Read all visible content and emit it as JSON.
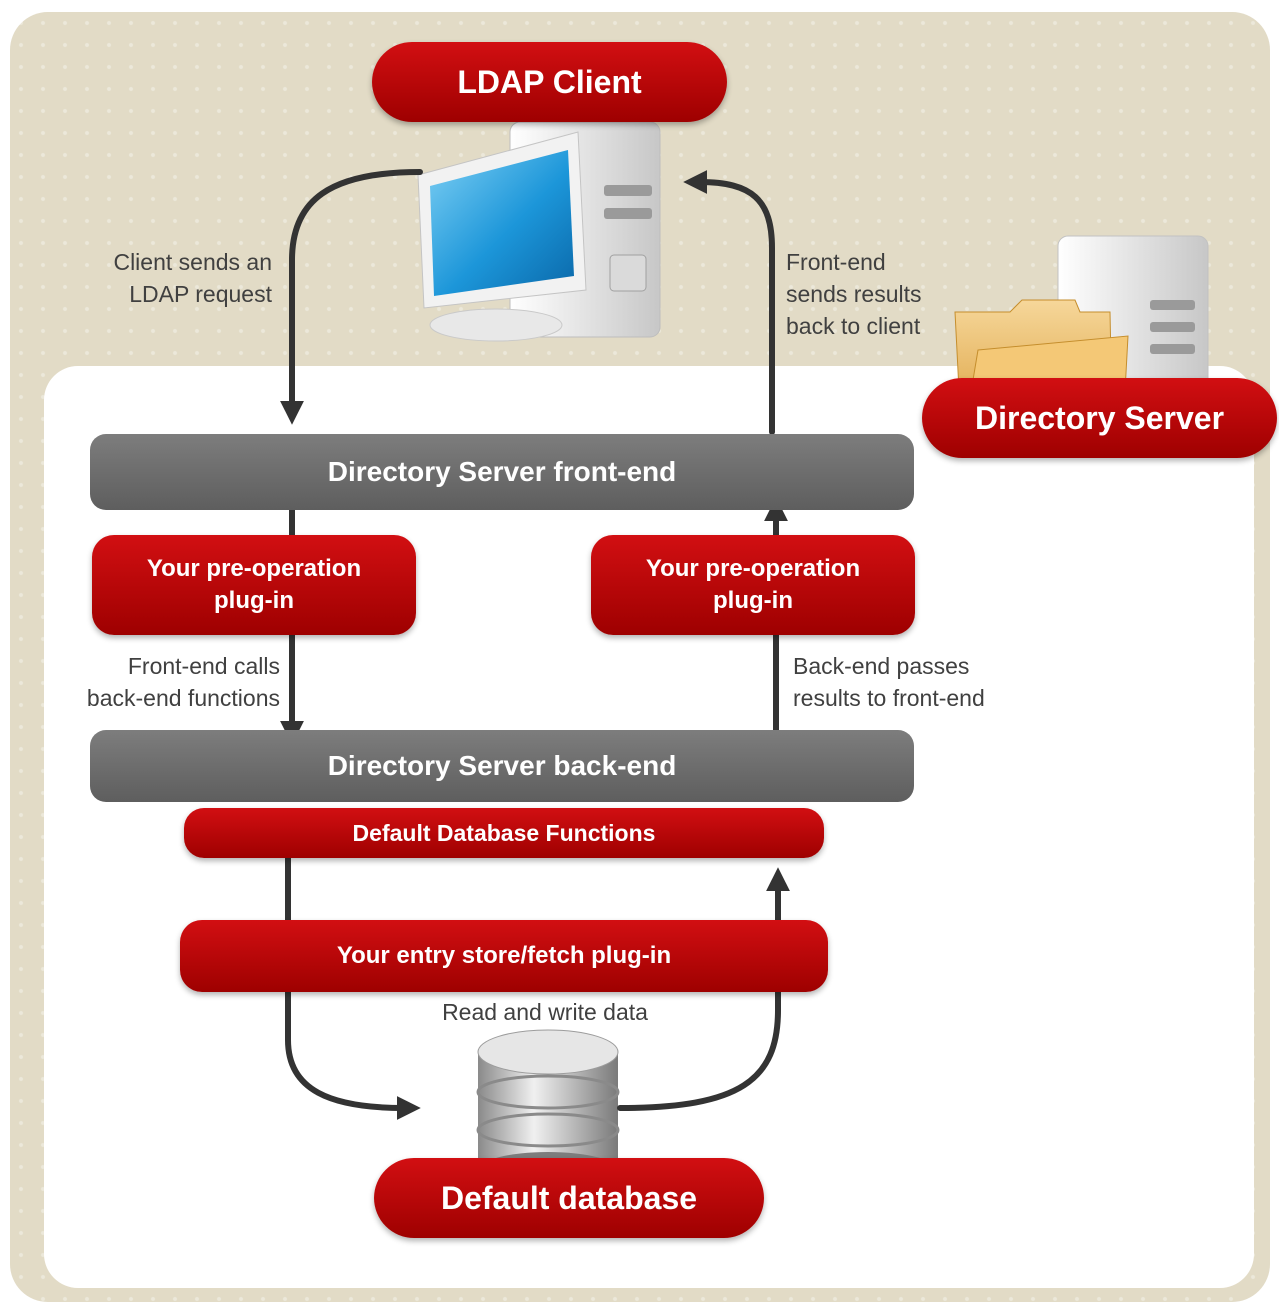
{
  "nodes": {
    "ldap_client": "LDAP Client",
    "directory_server": "Directory Server",
    "front_end": "Directory Server front-end",
    "back_end": "Directory Server back-end",
    "pre_op_left": [
      "Your pre-operation",
      "plug-in"
    ],
    "pre_op_right": [
      "Your pre-operation",
      "plug-in"
    ],
    "default_db_functions": "Default Database Functions",
    "entry_store_plugin": "Your entry store/fetch plug-in",
    "default_database": "Default database"
  },
  "notes": {
    "client_request": [
      "Client sends an",
      "LDAP request"
    ],
    "front_end_results": [
      "Front-end",
      "sends results",
      "back to client"
    ],
    "front_end_calls": [
      "Front-end calls",
      "back-end functions"
    ],
    "back_end_passes": [
      "Back-end passes",
      "results to front-end"
    ],
    "read_write": "Read and write data"
  },
  "icons": [
    "computer-icon",
    "server-tower-icon",
    "folder-icon",
    "database-icon",
    "arrow-icon"
  ],
  "colors": {
    "accent_red": "#c00000",
    "bar_grey": "#6e6e6e",
    "background_beige": "#e2dbc6",
    "panel_white": "#ffffff",
    "arrow_dark": "#333333"
  }
}
